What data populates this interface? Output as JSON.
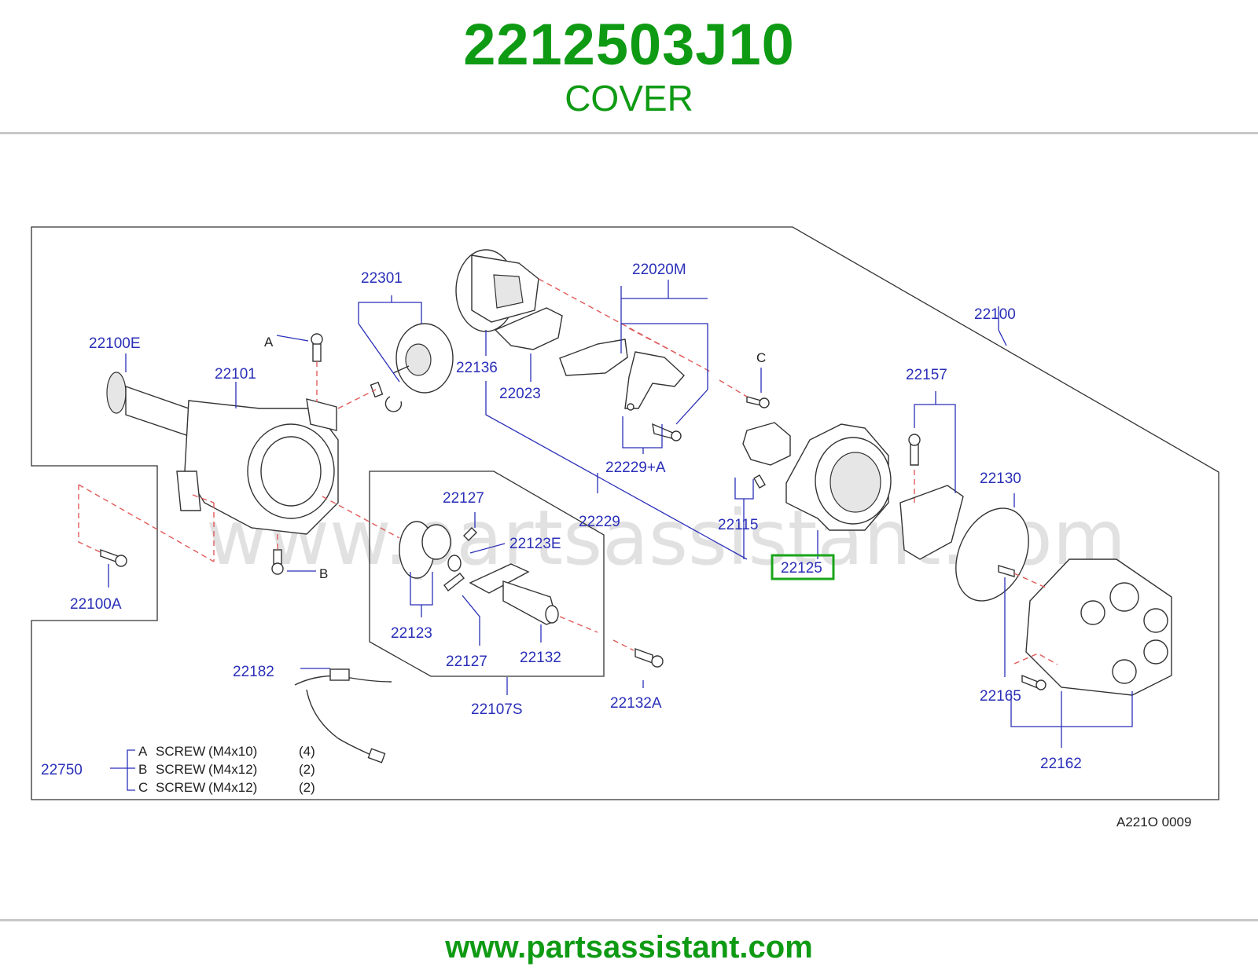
{
  "header": {
    "part_number": "2212503J10",
    "part_name": "COVER"
  },
  "footer": {
    "url": "www.partsassistant.com"
  },
  "diagram": {
    "watermark": "www.partsassistant.com",
    "drawing_code": "A221O  0009",
    "highlight_color": "#1aa51a",
    "labels": {
      "l22100E": "22100E",
      "l22101": "22101",
      "l22301": "22301",
      "l22136": "22136",
      "l22023": "22023",
      "l22020M": "22020M",
      "l22100": "22100",
      "l22229A": "22229+A",
      "l22229": "22229",
      "l22115": "22115",
      "l22125": "22125",
      "l22157": "22157",
      "l22130": "22130",
      "l22127a": "22127",
      "l22123E": "22123E",
      "l22123": "22123",
      "l22127b": "22127",
      "l22132": "22132",
      "l22132A": "22132A",
      "l22107S": "22107S",
      "l22182": "22182",
      "l22100A": "22100A",
      "l22165": "22165",
      "l22162": "22162",
      "l22750": "22750",
      "callA": "A",
      "callB": "B",
      "callC": "C"
    },
    "screws": [
      {
        "key": "A",
        "name": "SCREW",
        "size": "(M4x10)",
        "qty": "(4)"
      },
      {
        "key": "B",
        "name": "SCREW",
        "size": "(M4x12)",
        "qty": "(2)"
      },
      {
        "key": "C",
        "name": "SCREW",
        "size": "(M4x12)",
        "qty": "(2)"
      }
    ]
  }
}
